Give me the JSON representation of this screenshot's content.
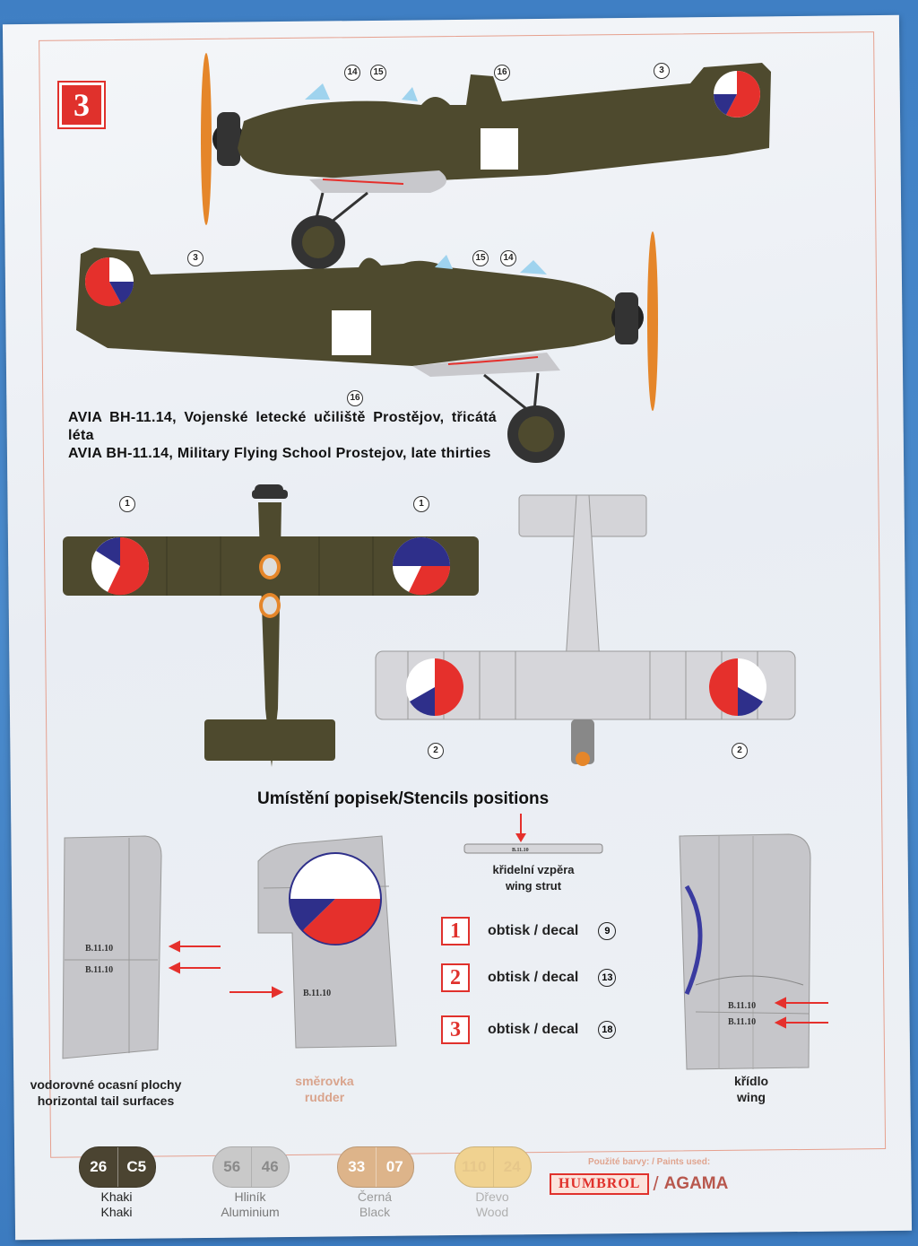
{
  "scheme": {
    "number": "3"
  },
  "callouts": {
    "top_profile": [
      "14",
      "15",
      "16",
      "3"
    ],
    "bottom_profile": [
      "3",
      "15",
      "14",
      "16"
    ],
    "top_view": [
      "1",
      "1"
    ],
    "bottom_view": [
      "2",
      "2"
    ]
  },
  "caption": {
    "line_cz": "AVIA BH-11.14, Vojenské letecké učiliště Prostějov, třicátá léta",
    "line_en": "AVIA BH-11.14, Military Flying School Prostejov, late thirties"
  },
  "stencils": {
    "title": "Umístění popisek/Stencils positions",
    "code": "B.11.10",
    "strut_label_cz": "křidelní vzpěra",
    "strut_label_en": "wing strut",
    "tail_label_cz": "vodorovné ocasní plochy",
    "tail_label_en": "horizontal tail surfaces",
    "rudder_label_cz": "směrovka",
    "rudder_label_en": "rudder",
    "wing_label_cz": "křídlo",
    "wing_label_en": "wing"
  },
  "decals": [
    {
      "num": "1",
      "text": "obtisk / decal",
      "sheet": "9"
    },
    {
      "num": "2",
      "text": "obtisk / decal",
      "sheet": "13"
    },
    {
      "num": "3",
      "text": "obtisk / decal",
      "sheet": "18"
    }
  ],
  "paints": [
    {
      "codes": [
        "26",
        "C5"
      ],
      "name_cz": "Khaki",
      "name_en": "Khaki",
      "color": "#4b4431",
      "text_color": "#ffffff",
      "label_color": "#222222"
    },
    {
      "codes": [
        "56",
        "46"
      ],
      "name_cz": "Hliník",
      "name_en": "Aluminium",
      "color": "#c9c9c9",
      "text_color": "#8a8a8a",
      "label_color": "#777777"
    },
    {
      "codes": [
        "33",
        "07"
      ],
      "name_cz": "Černá",
      "name_en": "Black",
      "color": "#ddb48a",
      "text_color": "#ffffff",
      "label_color": "#999999"
    },
    {
      "codes": [
        "110",
        "24"
      ],
      "name_cz": "Dřevo",
      "name_en": "Wood",
      "color": "#f0d290",
      "text_color": "#e6c78a",
      "label_color": "#b0b0b0"
    }
  ],
  "paints_used": "Použité barvy: / Paints used:",
  "brands": {
    "humbrol": "HUMBROL",
    "agama": "AGAMA"
  },
  "colors": {
    "khaki": "#4e4a2e",
    "aluminium": "#c8c8cc",
    "roundel_blue": "#2e2f8a",
    "roundel_red": "#e5302c",
    "propeller": "#e5862a",
    "accent_red": "#e0312c"
  }
}
